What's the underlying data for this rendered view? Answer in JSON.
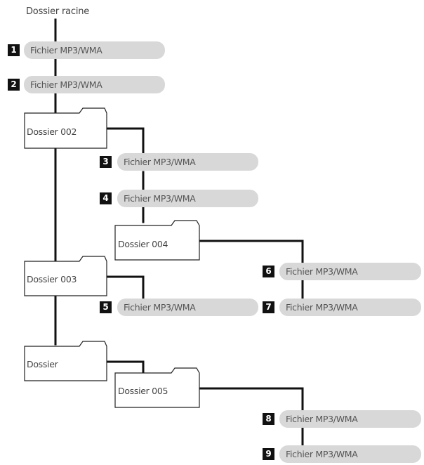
{
  "root": {
    "label": "Dossier racine"
  },
  "folders": [
    {
      "id": "f002",
      "label": "Dossier 002"
    },
    {
      "id": "f004",
      "label": "Dossier 004"
    },
    {
      "id": "f003",
      "label": "Dossier 003"
    },
    {
      "id": "f",
      "label": "Dossier"
    },
    {
      "id": "f005",
      "label": "Dossier 005"
    }
  ],
  "files": [
    {
      "number": "1",
      "label": "Fichier MP3/WMA"
    },
    {
      "number": "2",
      "label": "Fichier MP3/WMA"
    },
    {
      "number": "3",
      "label": "Fichier MP3/WMA"
    },
    {
      "number": "4",
      "label": "Fichier MP3/WMA"
    },
    {
      "number": "5",
      "label": "Fichier MP3/WMA"
    },
    {
      "number": "6",
      "label": "Fichier MP3/WMA"
    },
    {
      "number": "7",
      "label": "Fichier MP3/WMA"
    },
    {
      "number": "8",
      "label": "Fichier MP3/WMA"
    },
    {
      "number": "9",
      "label": "Fichier MP3/WMA"
    }
  ],
  "colors": {
    "line": "#111111",
    "file_fill": "#d8d8d8",
    "badge_fill": "#111111",
    "folder_stroke": "#222222"
  }
}
